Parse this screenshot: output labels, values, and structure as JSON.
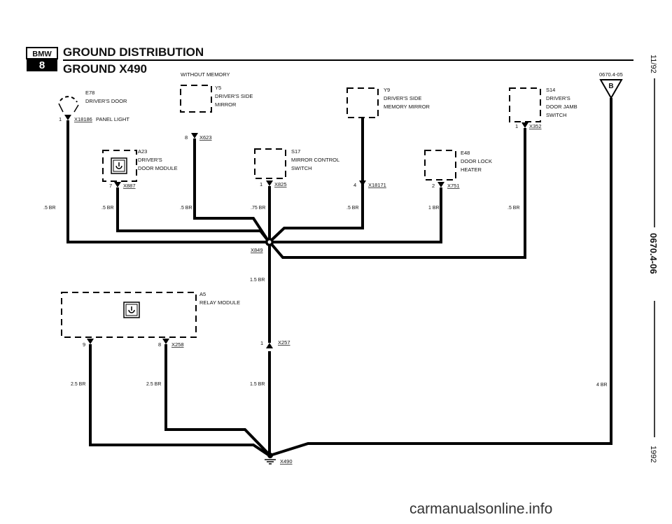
{
  "header": {
    "brand_badge": "BMW",
    "series_badge": "8",
    "title": "GROUND DISTRIBUTION",
    "subtitle": "GROUND X490",
    "note": "WITHOUT MEMORY",
    "diagram_code": "0670.4-05",
    "ref_symbol": "B"
  },
  "sidebar": {
    "date": "11/92",
    "doc_number": "0670.4-06",
    "year": "1992"
  },
  "components": [
    {
      "id": "E78",
      "lines": [
        "E78",
        "DRIVER'S DOOR",
        "PANEL LIGHT"
      ],
      "connector": "X18186",
      "pin": "1",
      "wire": ".5 BR"
    },
    {
      "id": "A23",
      "lines": [
        "A23",
        "DRIVER'S",
        "DOOR MODULE"
      ],
      "connector": "X887",
      "pin": "7",
      "wire": ".5 BR"
    },
    {
      "id": "Y5",
      "lines": [
        "Y5",
        "DRIVER'S SIDE",
        "MIRROR"
      ],
      "connector": "X623",
      "pin": "8",
      "wire": ".5 BR"
    },
    {
      "id": "S17",
      "lines": [
        "S17",
        "MIRROR CONTROL",
        "SWITCH"
      ],
      "connector": "X825",
      "pin": "1",
      "wire": ".75 BR"
    },
    {
      "id": "Y9",
      "lines": [
        "Y9",
        "DRIVER'S SIDE",
        "MEMORY MIRROR"
      ],
      "connector": "X18171",
      "pin": "4",
      "wire": ".5 BR"
    },
    {
      "id": "E48",
      "lines": [
        "E48",
        "DOOR LOCK",
        "HEATER"
      ],
      "connector": "X751",
      "pin": "2",
      "wire": "1 BR"
    },
    {
      "id": "S14",
      "lines": [
        "S14",
        "DRIVER'S",
        "DOOR JAMB",
        "SWITCH"
      ],
      "connector": "X352",
      "pin": "1",
      "wire": ".5 BR"
    },
    {
      "id": "A5",
      "lines": [
        "A5",
        "RELAY MODULE"
      ],
      "connector": "X258",
      "pin_left": "9",
      "pin_right": "8",
      "wire_left": "2.5 BR",
      "wire_right": "2.5 BR"
    }
  ],
  "splice": {
    "label": "X849",
    "wire_out": "1.5 BR"
  },
  "inline_connector": {
    "label": "X257",
    "pin": "1",
    "wire_out": "1.5 BR"
  },
  "ref_wire": "4 BR",
  "ground": {
    "label": "X490"
  },
  "watermark": "carmanualsonline.info"
}
